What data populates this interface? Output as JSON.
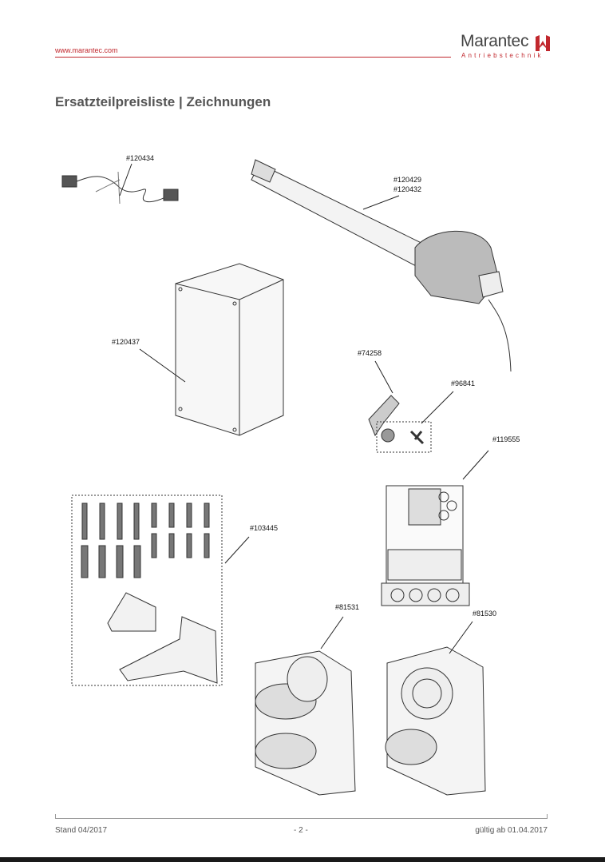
{
  "header": {
    "url": "www.marantec.com",
    "logo_name": "Marantec",
    "logo_tagline": "Antriebstechnik",
    "accent": "#c1272d"
  },
  "title": "Ersatzteilpreisliste | Zeichnungen",
  "parts": [
    {
      "label": "#120434"
    },
    {
      "label": "#120429"
    },
    {
      "label": "#120432"
    },
    {
      "label": "#120437"
    },
    {
      "label": "#74258"
    },
    {
      "label": "#96841"
    },
    {
      "label": "#119555"
    },
    {
      "label": "#103445"
    },
    {
      "label": "#81531"
    },
    {
      "label": "#81530"
    }
  ],
  "footer": {
    "left": "Stand 04/2017",
    "center": "- 2 -",
    "right": "gültig ab 01.04.2017"
  }
}
